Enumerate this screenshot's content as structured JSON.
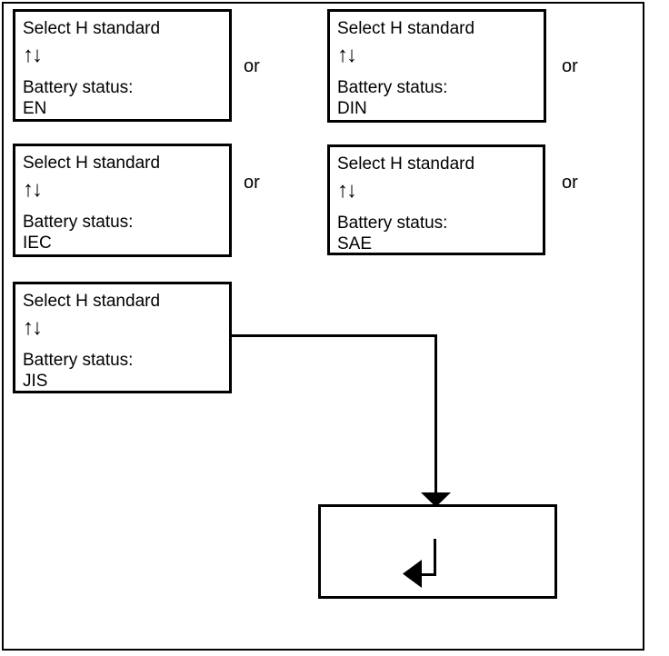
{
  "diagram": {
    "or_label": "or",
    "colors": {
      "line": "#000000",
      "background": "#ffffff"
    },
    "screens": [
      {
        "id": "en",
        "title": "Select H standard",
        "arrows_icon": "↑↓",
        "status_label": "Battery status:",
        "value": "EN"
      },
      {
        "id": "din",
        "title": "Select H standard",
        "arrows_icon": "↑↓",
        "status_label": "Battery status:",
        "value": "DIN"
      },
      {
        "id": "iec",
        "title": "Select H standard",
        "arrows_icon": "↑↓",
        "status_label": "Battery status:",
        "value": "IEC"
      },
      {
        "id": "sae",
        "title": "Select H standard",
        "arrows_icon": "↑↓",
        "status_label": "Battery status:",
        "value": "SAE"
      },
      {
        "id": "jis",
        "title": "Select H standard",
        "arrows_icon": "↑↓",
        "status_label": "Battery status:",
        "value": "JIS"
      }
    ],
    "confirm_box": {
      "icon": "enter-return-arrow"
    }
  }
}
